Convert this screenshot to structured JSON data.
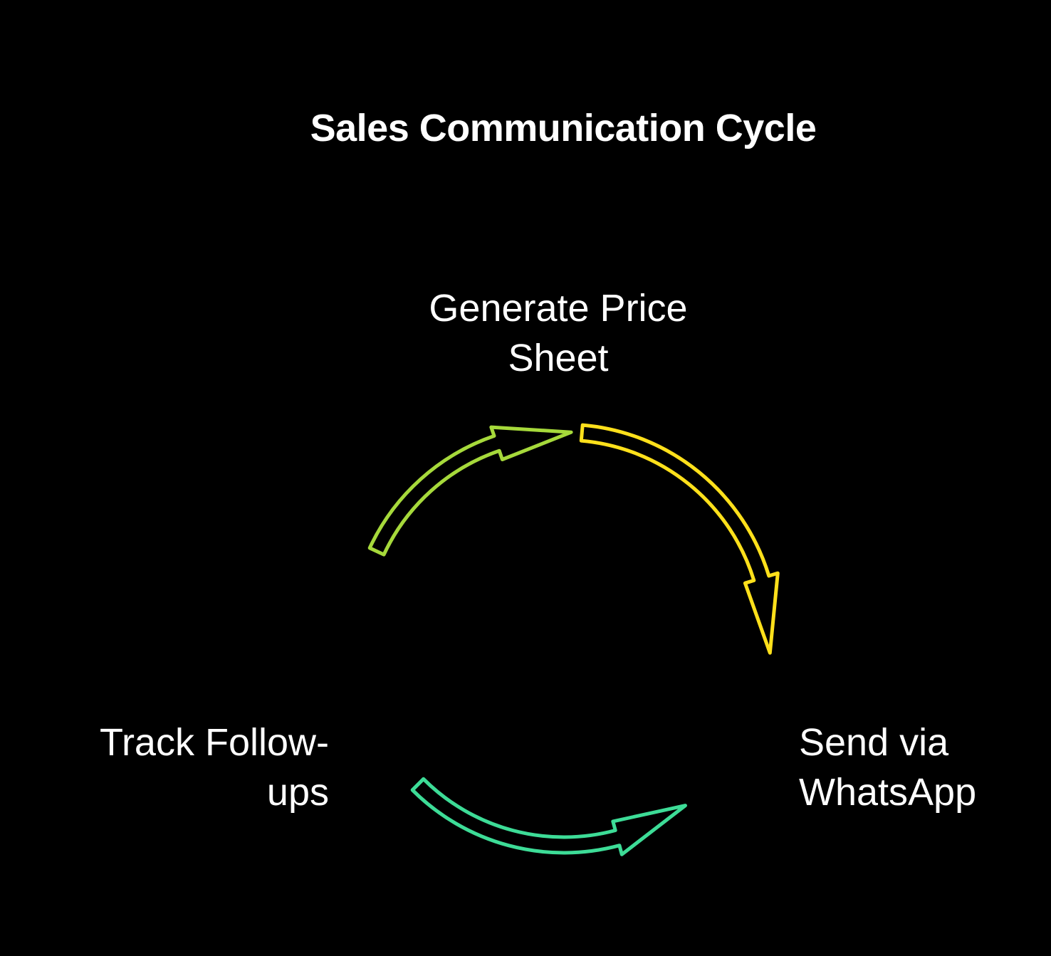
{
  "title": "Sales Communication Cycle",
  "steps": [
    {
      "lines": [
        "Generate Price",
        "Sheet"
      ],
      "color": "#FFE01B"
    },
    {
      "lines": [
        "Send via",
        "WhatsApp"
      ],
      "color": "#3DDC97"
    },
    {
      "lines": [
        "Track Follow-",
        "ups"
      ],
      "color": "#A6D93B"
    }
  ],
  "colors": {
    "background": "#000000",
    "text": "#FFFFFF"
  }
}
